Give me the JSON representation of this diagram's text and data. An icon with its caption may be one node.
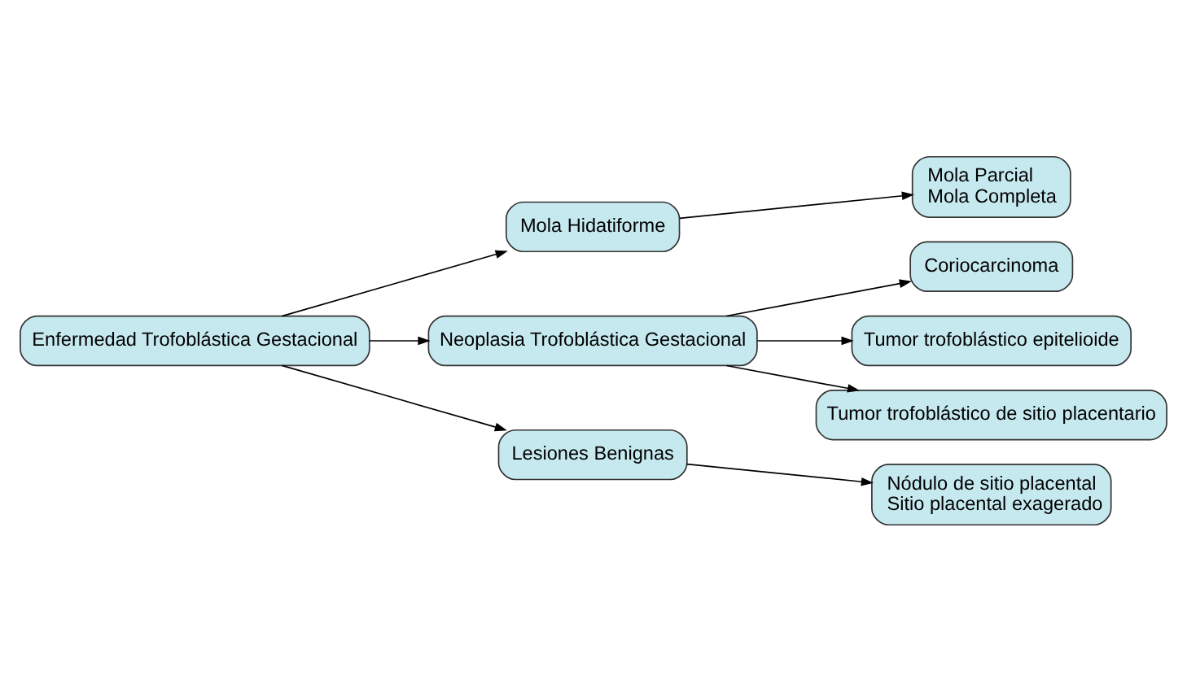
{
  "diagram": {
    "nodes": [
      {
        "text": [
          "Enfermedad Trofoblástica Gestacional"
        ]
      },
      {
        "text": [
          "Mola Hidatiforme"
        ]
      },
      {
        "text": [
          "Mola Parcial",
          "Mola Completa"
        ]
      },
      {
        "text": [
          "Neoplasia Trofoblástica Gestacional"
        ]
      },
      {
        "text": [
          "Coriocarcinoma"
        ]
      },
      {
        "text": [
          "Tumor trofoblástico epitelioide"
        ]
      },
      {
        "text": [
          "Tumor trofoblástico de sitio placentario"
        ]
      },
      {
        "text": [
          "Lesiones Benignas"
        ]
      },
      {
        "text": [
          "Nódulo de sitio placental",
          "Sitio placental exagerado"
        ]
      }
    ],
    "edges": [
      {
        "from": 0,
        "to": 1,
        "arrow": "to"
      },
      {
        "from": 0,
        "to": 3,
        "arrow": "to"
      },
      {
        "from": 0,
        "to": 7,
        "arrow": "to"
      },
      {
        "from": 1,
        "to": 2,
        "arrow": "to"
      },
      {
        "from": 3,
        "to": 4,
        "arrow": "to"
      },
      {
        "from": 3,
        "to": 5,
        "arrow": "to"
      },
      {
        "from": 3,
        "to": 6,
        "arrow": "to"
      },
      {
        "from": 7,
        "to": 8,
        "arrow": "to"
      }
    ]
  }
}
